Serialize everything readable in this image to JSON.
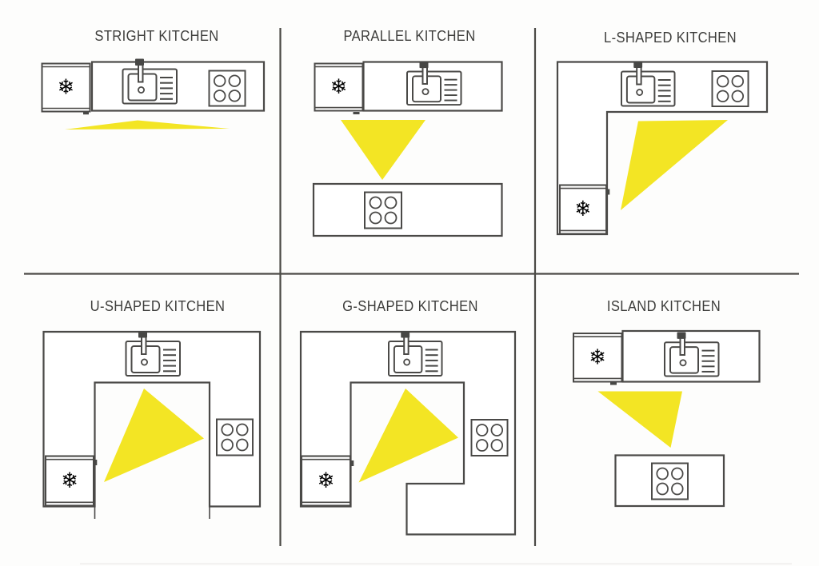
{
  "figure": {
    "type": "kitchen-layout-comparison-diagram",
    "grid": {
      "rows": 2,
      "columns": 3
    },
    "colors": {
      "line": "#4a4947",
      "divider": "#4b4a46",
      "work_triangle": "#f3e524",
      "title_text": "#3d3d3b",
      "background": "#fdfdfc",
      "counter_fill": "#ffffff"
    },
    "icons": {
      "refrigerator_snowflake": "❄"
    },
    "panels": [
      {
        "title": "STRIGHT KITCHEN",
        "layout": "straight",
        "appliances": [
          "refrigerator",
          "sink",
          "cooktop"
        ],
        "has_work_triangle": true
      },
      {
        "title": "PARALLEL KITCHEN",
        "layout": "parallel",
        "appliances": [
          "refrigerator",
          "sink",
          "cooktop"
        ],
        "has_work_triangle": true
      },
      {
        "title": "L-SHAPED KITCHEN",
        "layout": "l-shaped",
        "appliances": [
          "refrigerator",
          "sink",
          "cooktop"
        ],
        "has_work_triangle": true
      },
      {
        "title": "U-SHAPED KITCHEN",
        "layout": "u-shaped",
        "appliances": [
          "refrigerator",
          "sink",
          "cooktop"
        ],
        "has_work_triangle": true
      },
      {
        "title": "G-SHAPED KITCHEN",
        "layout": "g-shaped",
        "appliances": [
          "refrigerator",
          "sink",
          "cooktop"
        ],
        "has_work_triangle": true
      },
      {
        "title": "ISLAND KITCHEN",
        "layout": "island",
        "appliances": [
          "refrigerator",
          "sink",
          "cooktop"
        ],
        "has_work_triangle": true
      }
    ]
  }
}
